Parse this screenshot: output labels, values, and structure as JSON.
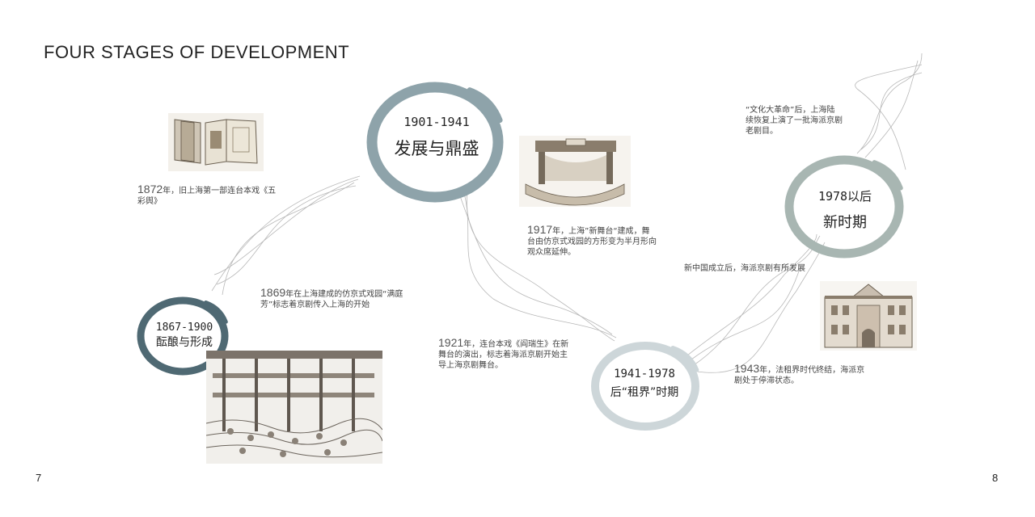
{
  "header": {
    "title": "FOUR STAGES OF DEVELOPMENT"
  },
  "pages": {
    "left": "7",
    "right": "8"
  },
  "stages": [
    {
      "years": "1867-1900",
      "name": "酝酿与形成",
      "color": "#4f6973"
    },
    {
      "years": "1901-1941",
      "name": "发展与鼎盛",
      "color": "#8ea3aa"
    },
    {
      "years": "1941-1978",
      "name": "后“租界”时期",
      "color": "#cdd6d9"
    },
    {
      "years": "1978以后",
      "name": "新时期",
      "color": "#a8b6b2"
    }
  ],
  "notes": [
    {
      "year": "1872",
      "text": "年，旧上海第一部连台本戏《五彩舆》"
    },
    {
      "year": "1869",
      "text": "年在上海建成的仿京式戏园“满庭芳”标志着京剧传入上海的开始"
    },
    {
      "year": "1917",
      "text": "年，上海”新舞台“建成，舞台由仿京式戏园的方形变为半月形向观众席延伸。"
    },
    {
      "year": "1921",
      "text": "年，连台本戏《阎瑞生》在新舞台的演出，标志着海派京剧开始主导上海京剧舞台。"
    },
    {
      "year": "",
      "text": "新中国成立后，海派京剧有所发展"
    },
    {
      "year": "1943",
      "text": "年，法租界时代终结，海派京剧处于停滞状态。"
    },
    {
      "year": "",
      "text": "“文化大革命”后，上海陆续恢复上演了一批海派京剧老剧目。"
    }
  ]
}
